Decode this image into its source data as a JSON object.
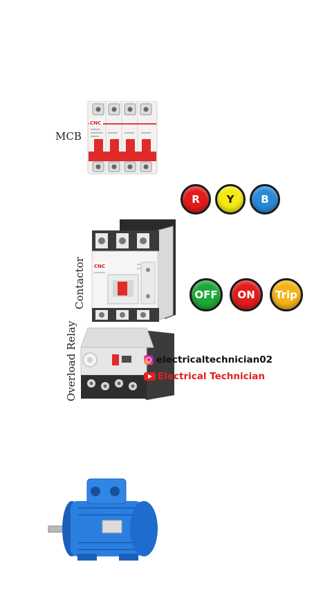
{
  "labels": {
    "mcb": "MCB",
    "contactor": "Contactor",
    "overload": "Overload Relay"
  },
  "phase_indicators": [
    {
      "label": "R",
      "color": "#e31b1b"
    },
    {
      "label": "Y",
      "color": "#f4ea12"
    },
    {
      "label": "B",
      "color": "#2a8ad8"
    }
  ],
  "control_indicators": [
    {
      "label": "OFF",
      "color": "#1fa83a"
    },
    {
      "label": "ON",
      "color": "#e31b1b"
    },
    {
      "label": "Trip",
      "color": "#f5b31a"
    }
  ],
  "branding": {
    "mcb_brand": "CNC",
    "contactor_brand": "CNC"
  },
  "social": {
    "instagram": "electricaltechnician02",
    "youtube": "Electrical Technician"
  }
}
